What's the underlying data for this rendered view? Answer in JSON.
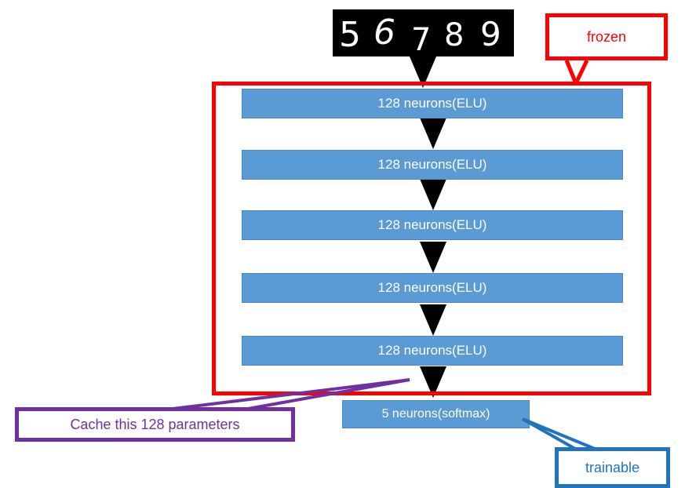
{
  "input_image": {
    "digits": [
      "5",
      "6",
      "7",
      "8",
      "9"
    ]
  },
  "layers": [
    {
      "label": "128 neurons(ELU)"
    },
    {
      "label": "128 neurons(ELU)"
    },
    {
      "label": "128 neurons(ELU)"
    },
    {
      "label": "128 neurons(ELU)"
    },
    {
      "label": "128 neurons(ELU)"
    }
  ],
  "output_layer": {
    "label": "5 neurons(softmax)"
  },
  "callouts": {
    "frozen": "frozen",
    "trainable": "trainable",
    "cache": "Cache this 128 parameters"
  },
  "colors": {
    "layer_fill": "#5b9bd5",
    "frozen": "#ff0000",
    "trainable": "#1f73bf",
    "cache": "#7030a0"
  }
}
